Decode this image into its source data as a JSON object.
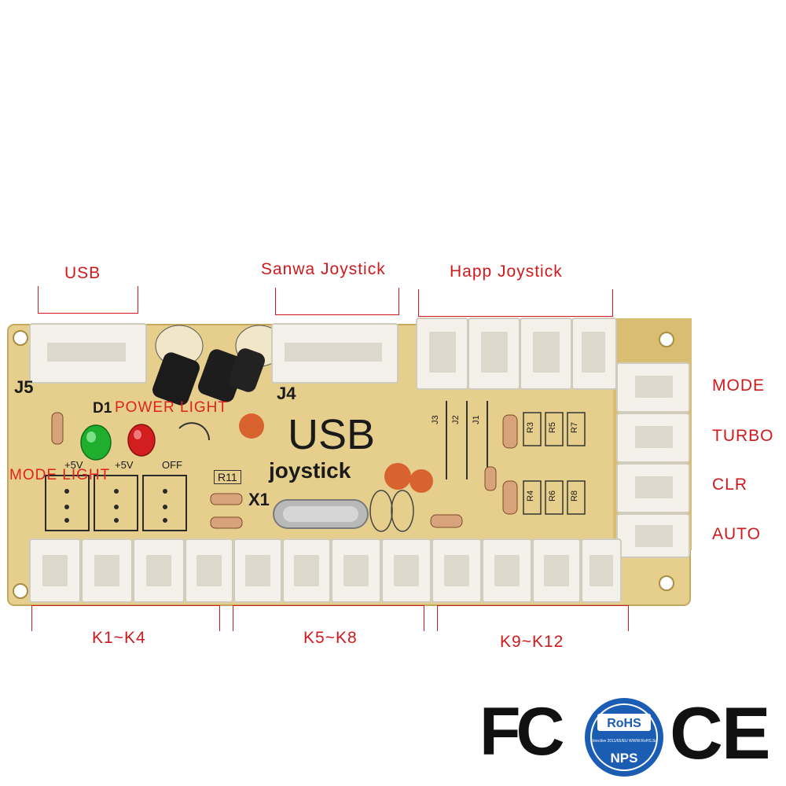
{
  "callouts": {
    "usb": "USB",
    "sanwa": "Sanwa Joystick",
    "happ": "Happ Joystick",
    "mode": "MODE",
    "turbo": "TURBO",
    "clr": "CLR",
    "auto": "AUTO",
    "k1_k4": "K1~K4",
    "k5_k8": "K5~K8",
    "k9_k12": "K9~K12",
    "power_light": "POWER LIGHT",
    "mode_light": "MODE LIGHT"
  },
  "board": {
    "title": "USB",
    "subtitle": "joystick",
    "j5": "J5",
    "j4": "J4",
    "d1": "D1",
    "x1": "X1",
    "r11": "R11",
    "plus5v_a": "+5V",
    "plus5v_b": "+5V",
    "off": "OFF",
    "j3": "J3",
    "j2": "J2",
    "j1": "J1",
    "r3": "R3",
    "r5": "R5",
    "r7": "R7",
    "r4": "R4",
    "r6": "R6",
    "r8": "R8"
  },
  "certifications": {
    "fc": "FC",
    "rohs": "RoHS",
    "rohs_directive": "Directive 2011/65/EU WWW.RoHS.So",
    "nps": "NPS",
    "ce": "CE"
  },
  "colors": {
    "callout": "#d0191c",
    "pcb": "#e6cf8c",
    "connector": "#f3f1ea",
    "led_green": "#1fae2e",
    "led_red": "#d21e1e",
    "rohs_blue": "#1a5db3"
  }
}
